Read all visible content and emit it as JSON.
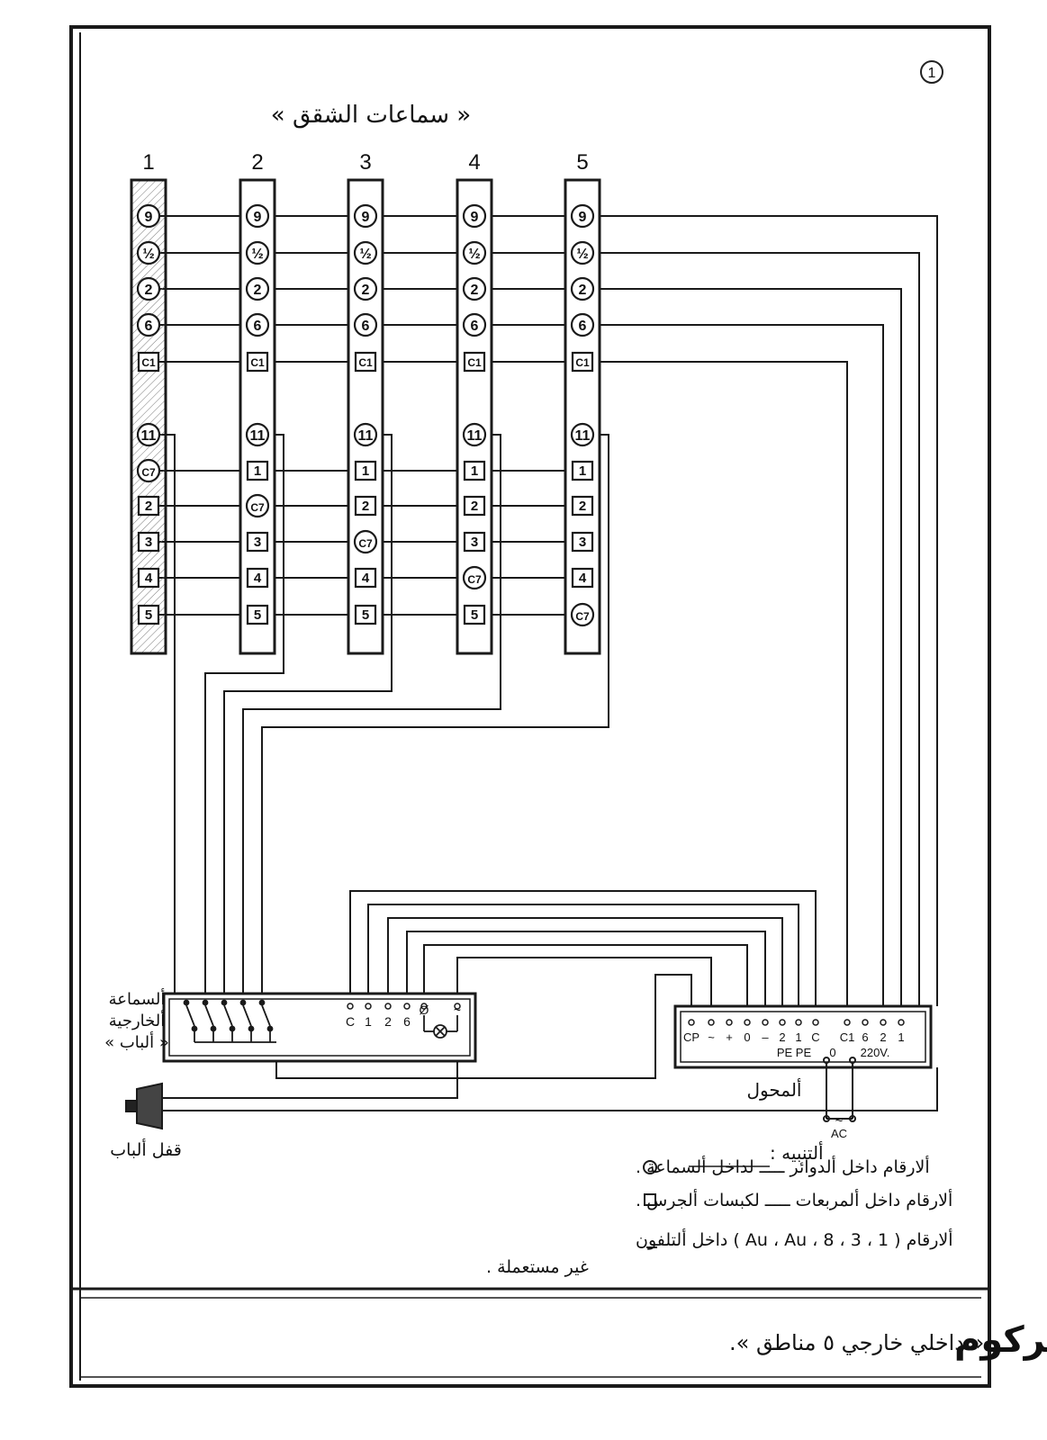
{
  "page_number": "1",
  "title": "« سماعات الشقق »",
  "apartments": [
    "1",
    "2",
    "3",
    "4",
    "5"
  ],
  "circle_terminals": [
    "9",
    "½",
    "2",
    "6"
  ],
  "c1_label": "C1",
  "eleven_label": "11",
  "button_rows": [
    [
      "C7",
      "2",
      "3",
      "4",
      "5"
    ],
    [
      "1",
      "C7",
      "3",
      "4",
      "5"
    ],
    [
      "1",
      "2",
      "C7",
      "4",
      "5"
    ],
    [
      "1",
      "2",
      "3",
      "C7",
      "5"
    ],
    [
      "1",
      "2",
      "3",
      "4",
      "C7"
    ]
  ],
  "door_panel": {
    "label_lines": [
      "ألسماعة",
      "ألخارجية",
      "« ألباب »"
    ],
    "terminals": [
      "C",
      "1",
      "2",
      "6",
      "Ø",
      "~"
    ]
  },
  "transformer": {
    "label": "ألمحول",
    "terminals": [
      "CP",
      "~",
      "+",
      "0",
      "–",
      "2",
      "1",
      "C",
      "C1",
      "6",
      "2",
      "1"
    ],
    "pe_label": "PE PE",
    "zero_label": "0",
    "voltage": "220V.",
    "ac_label": "AC",
    "ac_symbol": "~"
  },
  "door_lock_label": "قفل ألباب",
  "notes": {
    "heading": "ألتنبيه :",
    "lines": [
      "ألارقام داخل ألدوائر ـــــ لداخل ألسماعة .",
      "ألارقام داخل ألمربعات ـــــ لكبسات ألجرس .",
      "ألارقام ( Au ، Au ، 8 ، 3 ، 1 ) داخل ألتلفون",
      "غير مستعملة ."
    ]
  },
  "footer": {
    "brand": "إنتركوم",
    "dash": "ـ",
    "caption": "« داخلي خارجي ٥ مناطق »."
  }
}
